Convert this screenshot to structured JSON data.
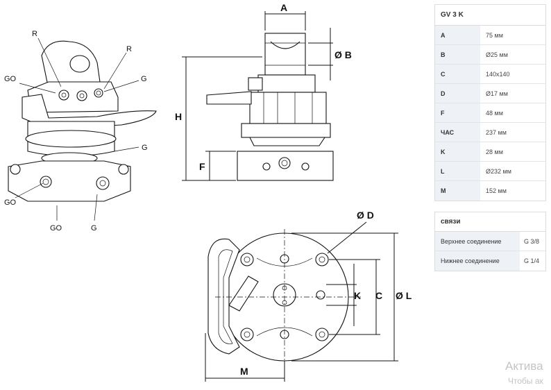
{
  "drawing": {
    "iso_labels": [
      "R",
      "R",
      "GO",
      "G",
      "G",
      "GO",
      "GO",
      "G"
    ],
    "side_labels": {
      "a": "A",
      "b": "Ø B",
      "h": "H",
      "f": "F"
    },
    "top_labels": {
      "d": "Ø D",
      "k": "K",
      "c": "C",
      "l": "Ø L",
      "m": "M"
    }
  },
  "spec_table": {
    "title": "GV 3 K",
    "rows": [
      {
        "key": "A",
        "value": "75 мм"
      },
      {
        "key": "B",
        "value": "Ø25 мм"
      },
      {
        "key": "C",
        "value": "140x140"
      },
      {
        "key": "D",
        "value": "Ø17 мм"
      },
      {
        "key": "F",
        "value": "48 мм"
      },
      {
        "key": "ЧАС",
        "value": "237 мм"
      },
      {
        "key": "K",
        "value": "28 мм"
      },
      {
        "key": "L",
        "value": "Ø232 мм"
      },
      {
        "key": "M",
        "value": "152 мм"
      }
    ]
  },
  "connections": {
    "title": "связи",
    "rows": [
      {
        "key": "Верхнее соединение",
        "value": "G 3/8"
      },
      {
        "key": "Нижнее соединение",
        "value": "G 1/4"
      }
    ]
  },
  "watermark": {
    "line1": "Актива",
    "line2": "Чтобы ак"
  }
}
